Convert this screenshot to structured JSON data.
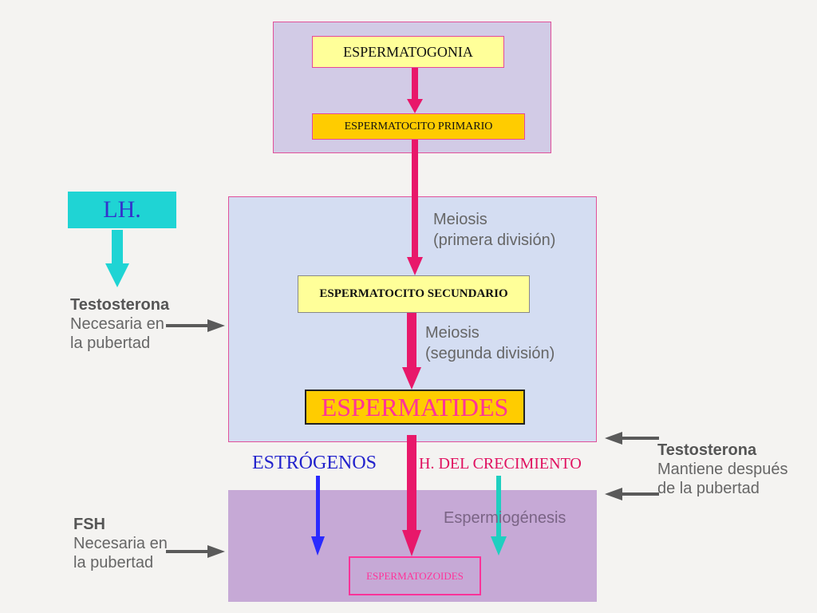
{
  "boxes": {
    "espermatogonia": "ESPERMATOGONIA",
    "espermatocito_primario": "ESPERMATOCITO PRIMARIO",
    "espermatocito_secundario": "ESPERMATOCITO SECUNDARIO",
    "espermatides": "ESPERMATIDES",
    "espermatozoides": "ESPERMATOZOIDES",
    "lh": "LH."
  },
  "labels": {
    "meiosis_1_line1": "Meiosis",
    "meiosis_1_line2": "(primera división)",
    "meiosis_2_line1": "Meiosis",
    "meiosis_2_line2": "(segunda división)",
    "testosterona_1_title": "Testosterona",
    "testosterona_1_line1": "Necesaria en",
    "testosterona_1_line2": "la pubertad",
    "testosterona_2_title": "Testosterona",
    "testosterona_2_line1": "Mantiene después",
    "testosterona_2_line2": "de la pubertad",
    "fsh_title": "FSH",
    "fsh_line1": "Necesaria en",
    "fsh_line2": "la pubertad",
    "espermiogenesis": "Espermiogénesis",
    "estrogenos": "ESTRÓGENOS",
    "h_crecimiento": "H. DEL CRECIMIENTO"
  },
  "colors": {
    "main_arrow": "#e8186a",
    "lh_arrow": "#1fd4d4",
    "estrogen_arrow": "#2a2aff",
    "growth_arrow": "#1fcfc0",
    "gray_arrow": "#5a5a5a"
  }
}
